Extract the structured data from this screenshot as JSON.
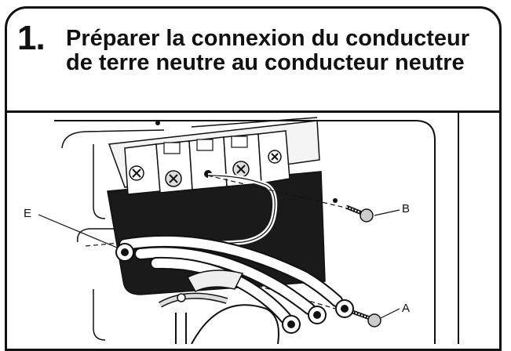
{
  "step": {
    "number": "1.",
    "title": "Préparer la connexion du conducteur de terre neutre au conducteur neutre"
  },
  "callouts": {
    "e": "E",
    "b": "B",
    "a": "A"
  },
  "colors": {
    "line": "#111111",
    "plate": "#1a1a1a",
    "background": "#ffffff"
  }
}
